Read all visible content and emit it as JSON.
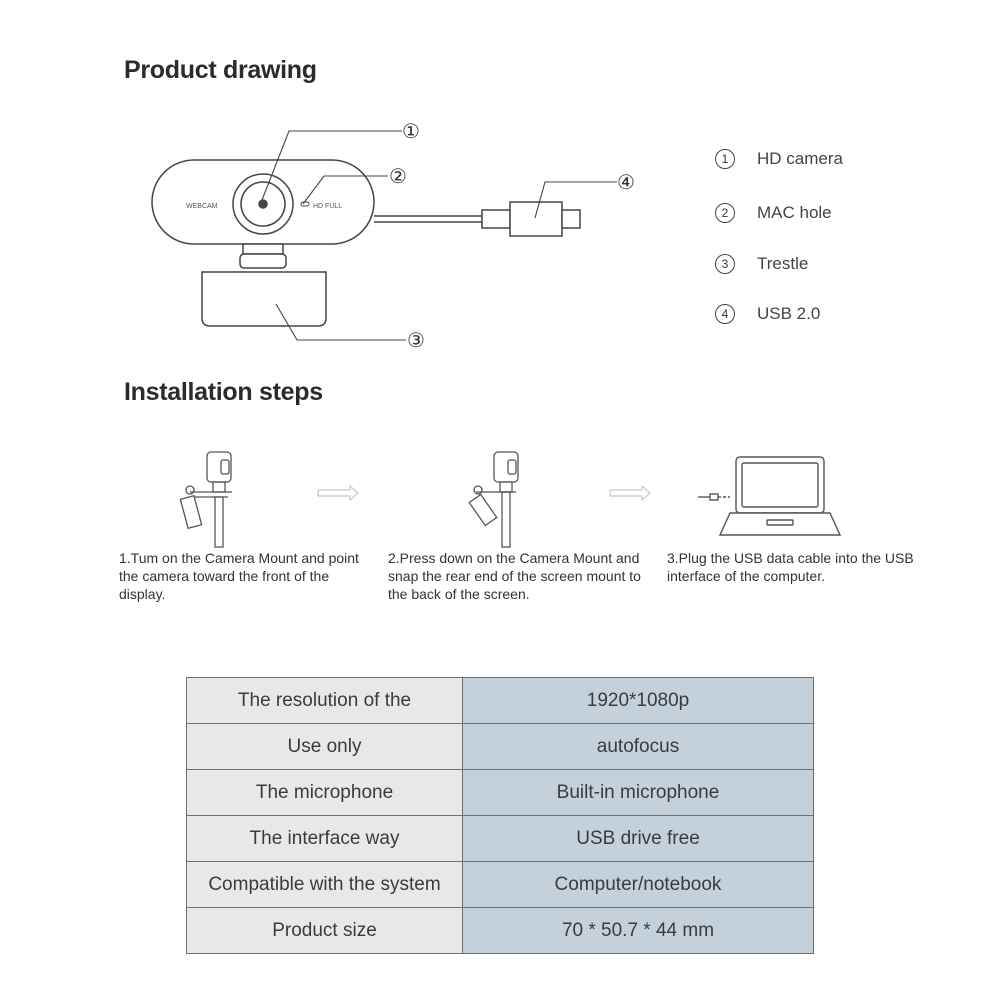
{
  "sections": {
    "product_drawing": "Product drawing",
    "installation_steps": "Installation steps"
  },
  "camera_labels": {
    "webcam": "WEBCAM",
    "hd_full": "HD FULL"
  },
  "callouts": [
    "①",
    "②",
    "③",
    "④"
  ],
  "legend": [
    {
      "num": "1",
      "label": "HD camera"
    },
    {
      "num": "2",
      "label": "MAC hole"
    },
    {
      "num": "3",
      "label": "Trestle"
    },
    {
      "num": "4",
      "label": "USB 2.0"
    }
  ],
  "steps": [
    {
      "text": "1.Tum on the Camera Mount and point the camera toward the front of the display."
    },
    {
      "text": "2.Press down on the Camera Mount and snap the rear end of the screen mount to the back of the screen."
    },
    {
      "text": "3.Plug the USB data cable into the USB interface of the computer."
    }
  ],
  "specs": [
    {
      "label": "The resolution of the",
      "value": "1920*1080p"
    },
    {
      "label": "Use only",
      "value": "autofocus"
    },
    {
      "label": "The microphone",
      "value": "Built-in microphone"
    },
    {
      "label": "The interface way",
      "value": "USB drive free"
    },
    {
      "label": "Compatible with the system",
      "value": "Computer/notebook"
    },
    {
      "label": "Product size",
      "value": "70 * 50.7 * 44 mm"
    }
  ]
}
